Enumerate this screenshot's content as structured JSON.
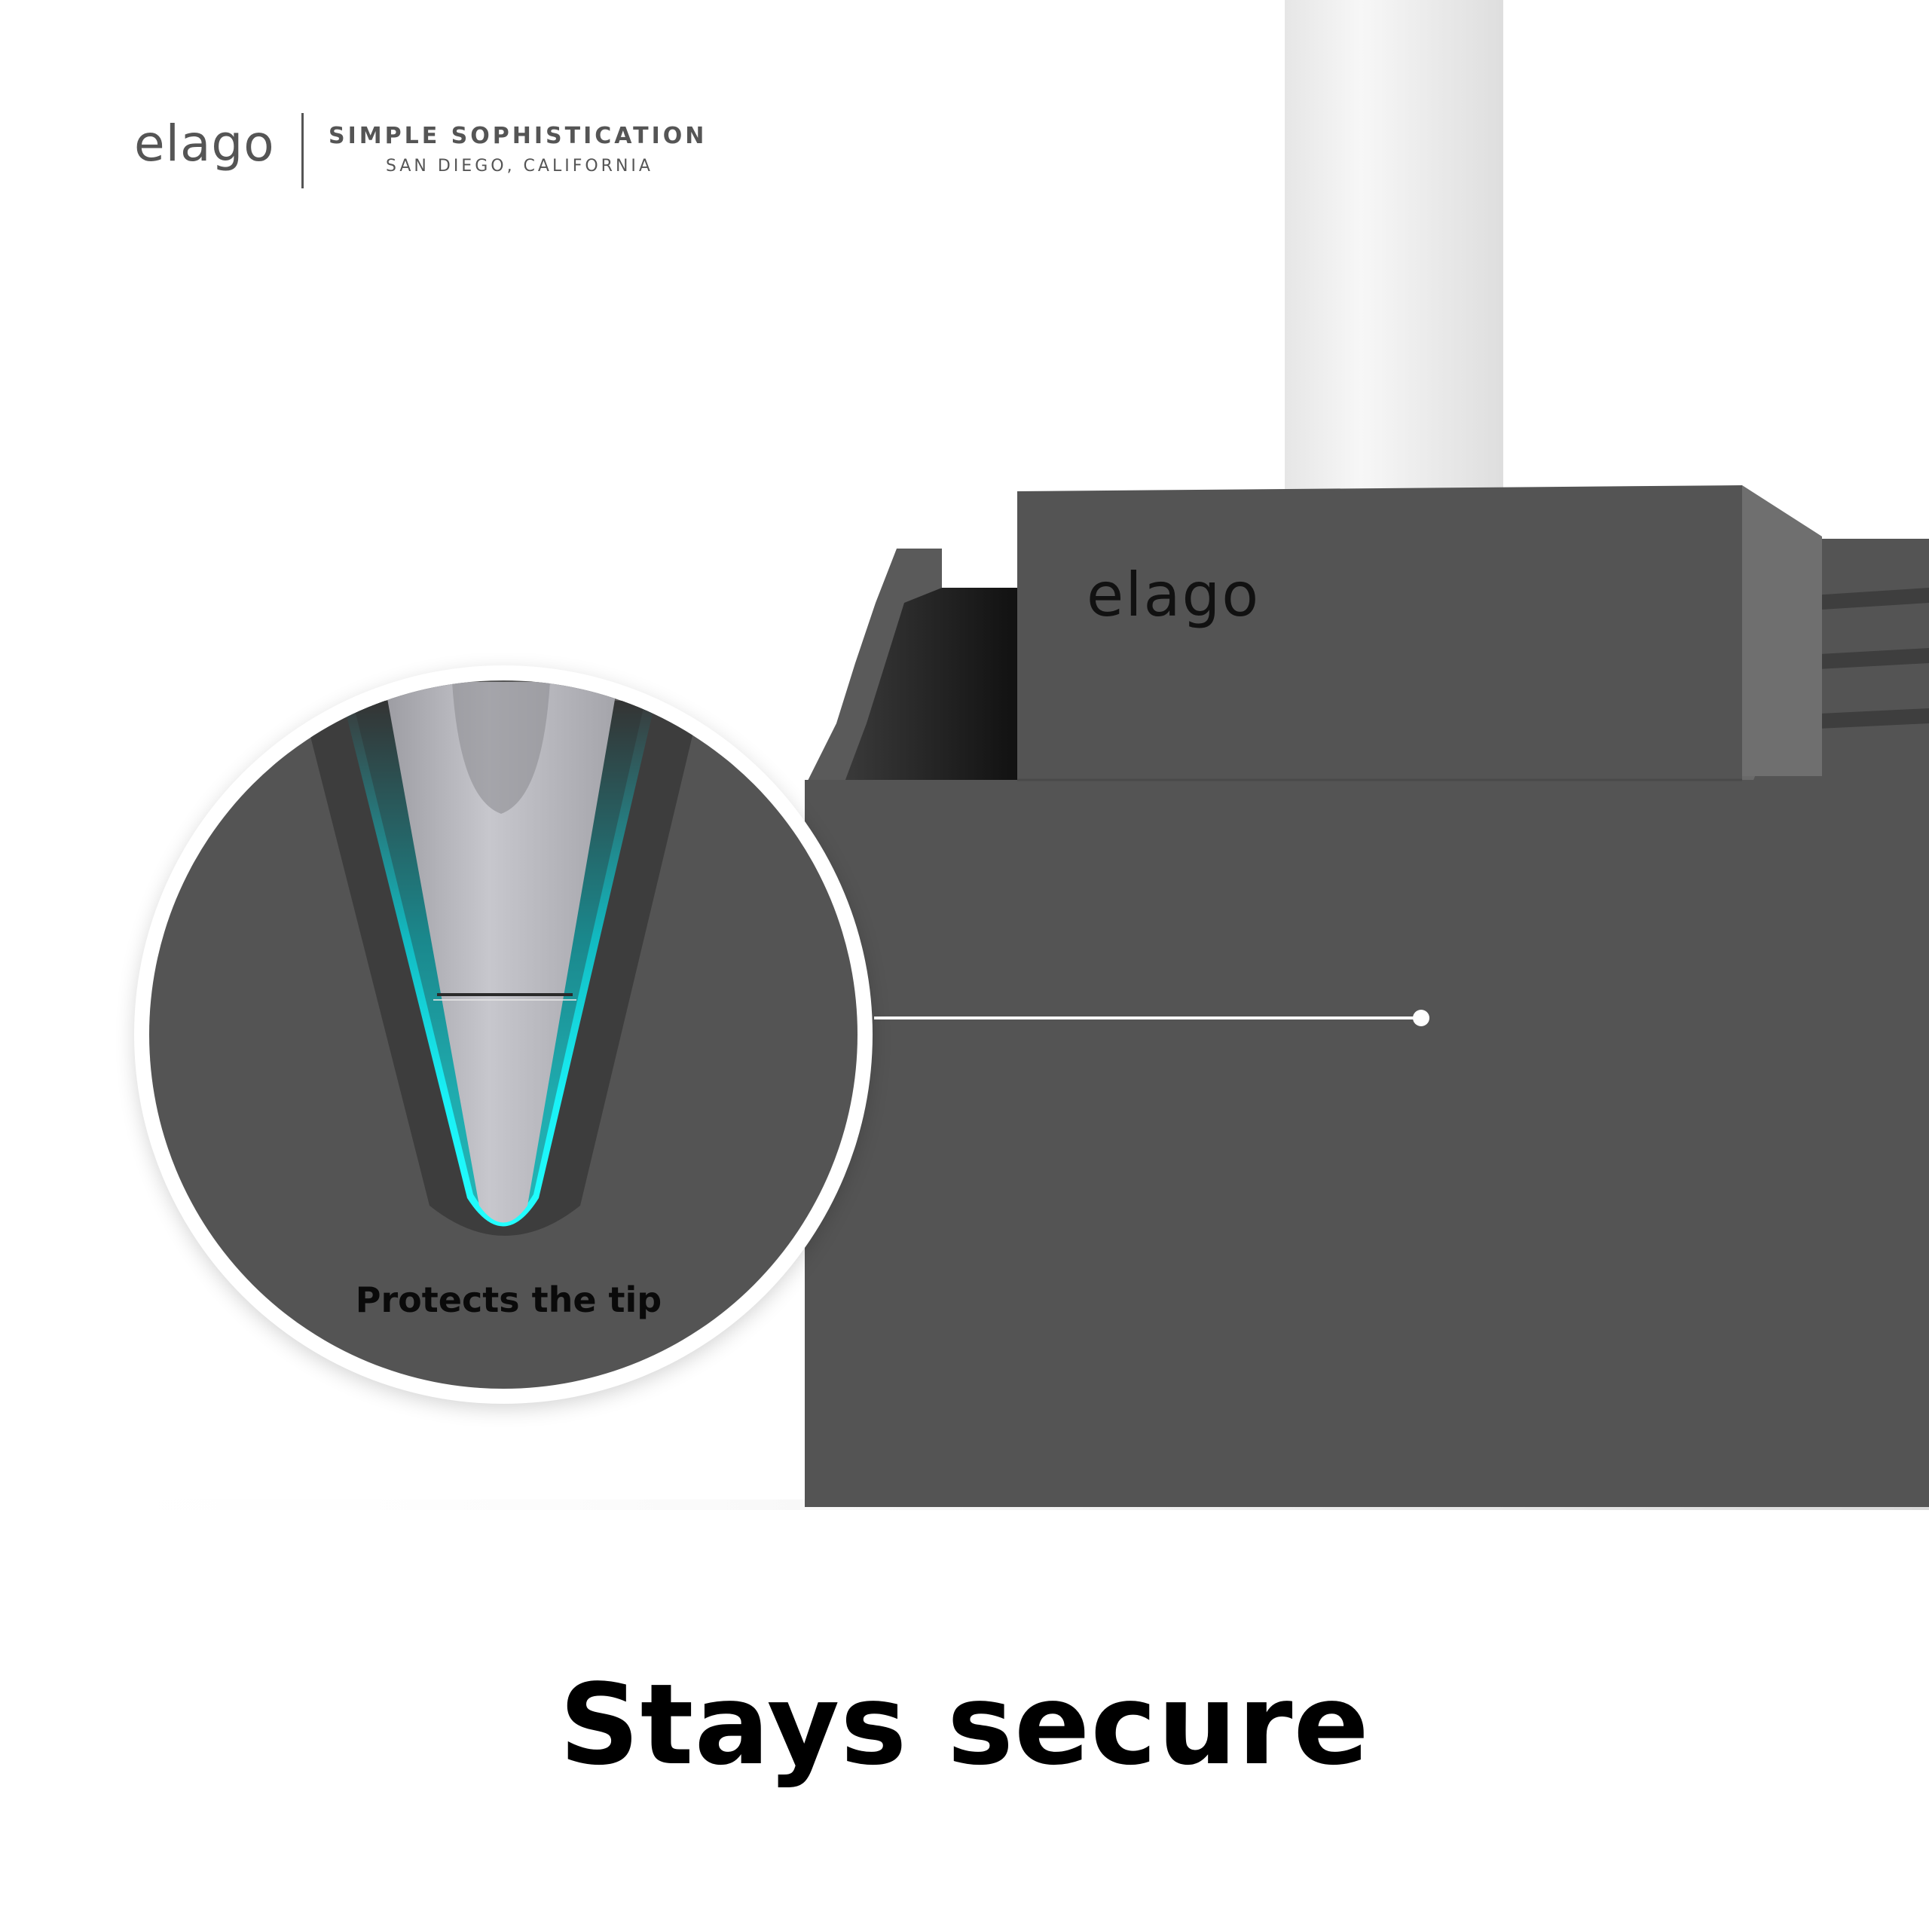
{
  "brand": {
    "logo_text": "elago",
    "tagline": "SIMPLE SOPHISTICATION",
    "location": "SAN DIEGO, CALIFORNIA"
  },
  "product": {
    "logo_text": "elago",
    "color": "#545454"
  },
  "callout": {
    "caption": "Protects the tip",
    "accent_color": "#19e8ef"
  },
  "headline": "Stays secure"
}
